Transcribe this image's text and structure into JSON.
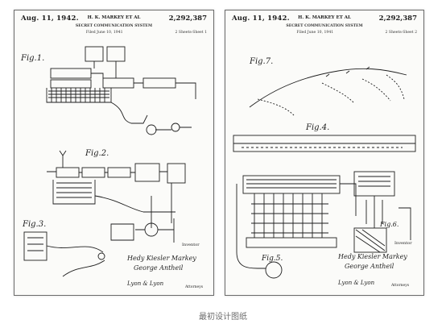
{
  "patent": {
    "date": "Aug. 11, 1942.",
    "inventors": "H. K. MARKEY ET AL",
    "number": "2,292,387",
    "title": "SECRET COMMUNICATION SYSTEM",
    "filed": "Filed June 10, 1941",
    "sheets": [
      {
        "label": "2 Sheets-Sheet 1",
        "figures": [
          "Fig.1.",
          "Fig.2.",
          "Fig.3."
        ]
      },
      {
        "label": "2 Sheets-Sheet 2",
        "figures": [
          "Fig.7.",
          "Fig.4.",
          "Fig.5.",
          "Fig.6."
        ]
      }
    ],
    "inventor_label": "Inventor",
    "signature_1": "Hedy Kiesler Markey",
    "signature_2": "George Antheil",
    "attorney_signature": "Lyon & Lyon",
    "attorney_label": "Attorneys"
  },
  "caption": "最初设计图纸"
}
